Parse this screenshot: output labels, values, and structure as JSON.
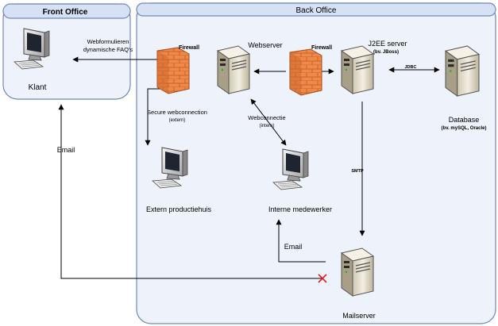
{
  "zones": {
    "front_office": "Front Office",
    "back_office": "Back Office"
  },
  "nodes": {
    "client": "Klant",
    "webserver": "Webserver",
    "j2ee": {
      "name": "J2EE server",
      "sub": "(bv. JBoss)"
    },
    "database": {
      "name": "Database",
      "sub": "(bv. mySQL, Oracle)"
    },
    "extern": "Extern productiehuis",
    "internal": "Interne medewerker",
    "mailserver": "Mailserver",
    "firewall_1": "Firewall",
    "firewall_2": "Firewall"
  },
  "edges": {
    "web_faq": [
      "Webformulieren",
      "dynamische FAQ's"
    ],
    "secure": [
      "Secure webconnection",
      "(extern)"
    ],
    "webconn": [
      "Webconnectie",
      "(intern)"
    ],
    "jdbc": "JDBC",
    "smtp": "SMTP",
    "email_left": "Email",
    "email_internal": "Email"
  },
  "colors": {
    "zone_fill": "#eef3fb",
    "zone_stroke": "#7088b8",
    "firewall": "#f08848",
    "server_body": "#e6e0ce",
    "x_mark": "#e02020"
  }
}
